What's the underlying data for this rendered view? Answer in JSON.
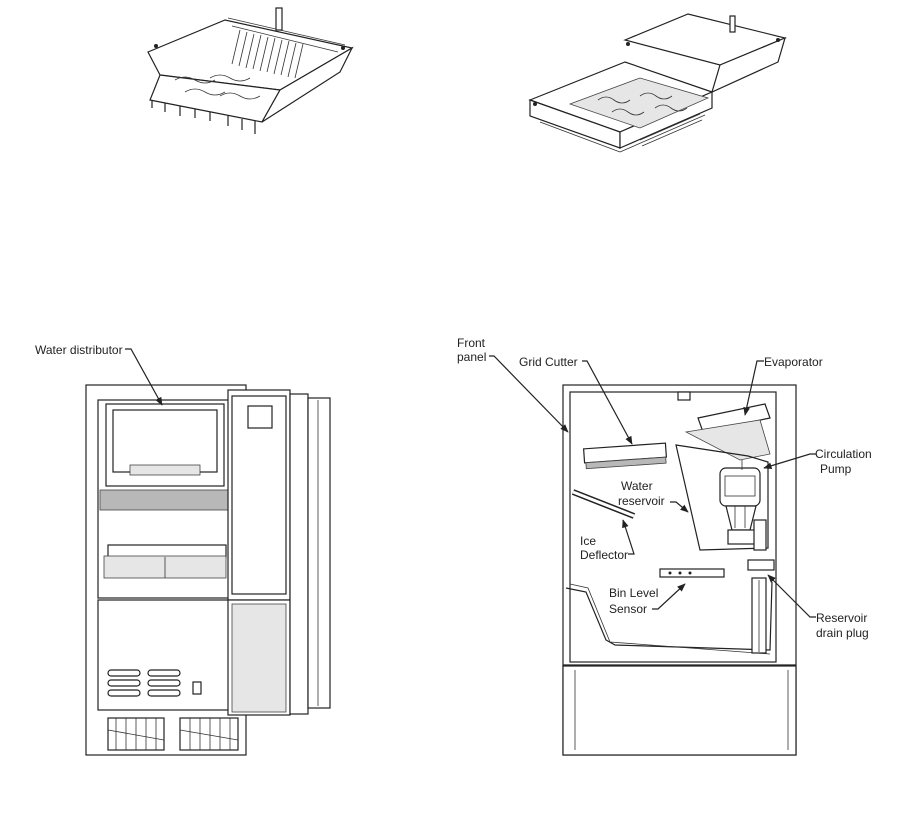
{
  "labels": {
    "water_distributor": "Water distributor",
    "front_panel_1": "Front",
    "front_panel_2": "panel",
    "grid_cutter": "Grid Cutter",
    "evaporator": "Evaporator",
    "circulation_pump_1": "Circulation",
    "circulation_pump_2": "Pump",
    "water_reservoir_1": "Water",
    "water_reservoir_2": "reservoir",
    "ice_deflector_1": "Ice",
    "ice_deflector_2": "Deflector",
    "bin_level_sensor_1": "Bin Level",
    "bin_level_sensor_2": "Sensor",
    "reservoir_drain_plug_1": "Reservoir",
    "reservoir_drain_plug_2": "drain plug"
  },
  "icons": [
    "tray-left-drawing",
    "tray-right-drawing",
    "front-view-drawing",
    "side-section-drawing"
  ]
}
